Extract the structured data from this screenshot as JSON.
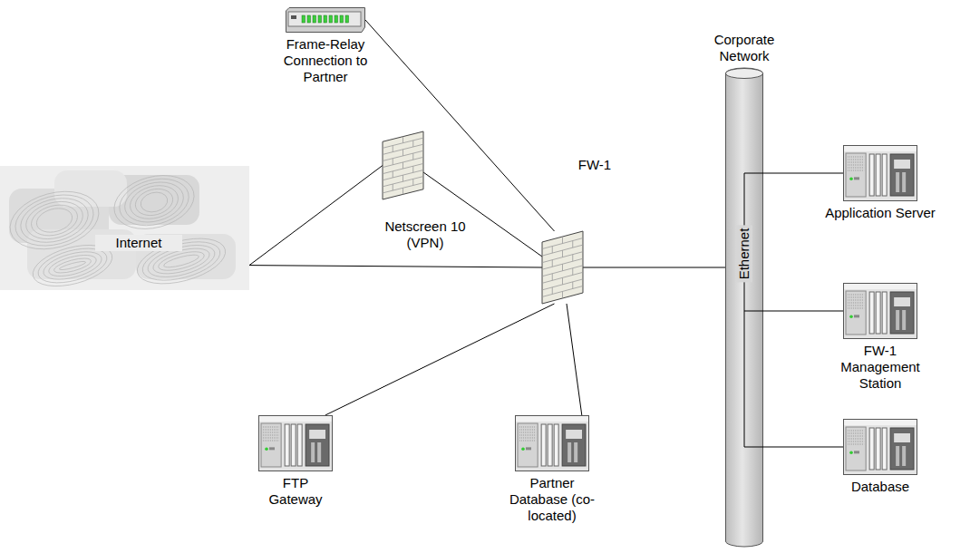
{
  "diagram": {
    "nodes": [
      {
        "text": [
          "Frame-Relay Connection to Partner"
        ]
      },
      {
        "text": [
          "Netscreen 10 (VPN)"
        ]
      },
      {
        "text": [
          "Internet"
        ]
      },
      {
        "text": [
          "FW-1"
        ]
      },
      {
        "text": [
          "Corporate Network",
          "Ethernet"
        ]
      },
      {
        "text": [
          "Application Server"
        ]
      },
      {
        "text": [
          "FW-1 Management Station"
        ]
      },
      {
        "text": [
          "FTP Gateway"
        ]
      },
      {
        "text": [
          "Partner Database (co-located)"
        ]
      },
      {
        "text": [
          "Database"
        ]
      }
    ],
    "edges": [
      {
        "from": 2,
        "to": 1,
        "arrow": "none"
      },
      {
        "from": 2,
        "to": 3,
        "arrow": "none"
      },
      {
        "from": 0,
        "to": 3,
        "arrow": "none"
      },
      {
        "from": 1,
        "to": 3,
        "arrow": "none"
      },
      {
        "from": 3,
        "to": 4,
        "arrow": "none"
      },
      {
        "from": 3,
        "to": 7,
        "arrow": "none"
      },
      {
        "from": 3,
        "to": 8,
        "arrow": "none"
      },
      {
        "from": 4,
        "to": 5,
        "arrow": "none"
      },
      {
        "from": 4,
        "to": 6,
        "arrow": "none"
      },
      {
        "from": 4,
        "to": 9,
        "arrow": "none"
      }
    ]
  }
}
